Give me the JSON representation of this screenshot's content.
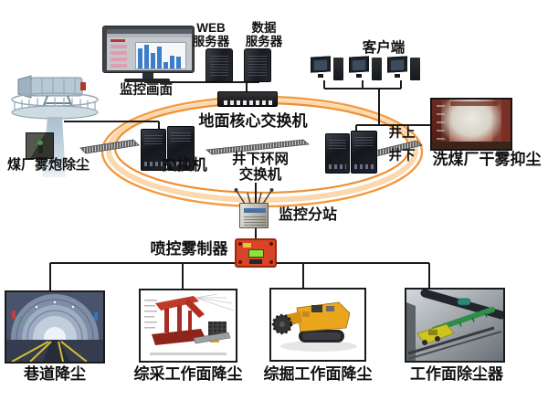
{
  "colors": {
    "ring_orange": "#f08c2e",
    "line_black": "#1a1a1a",
    "controller_red": "#d84427",
    "controller_screen_green": "#8ee03c",
    "chart_bar_blue": "#3d7cc9"
  },
  "surface_section": {
    "monitor_label": "监控画面",
    "web_server_line1": "WEB",
    "web_server_line2": "服务器",
    "data_server_line1": "数据",
    "data_server_line2": "服务器",
    "clients_label": "客户端",
    "fog_cannon_label": "煤厂雾炮除尘",
    "washery_label": "洗煤厂干雾抑尘",
    "aboveground_label": "井上",
    "underground_label": "井下"
  },
  "ring_network": {
    "core_switch_label": "地面核心交换机",
    "access_switch_label": "交换机",
    "ring_switch_label_line1": "井下环网",
    "ring_switch_label_line2": "交换机"
  },
  "underground_section": {
    "substation_label": "监控分站",
    "controller_label": "喷控雾制器"
  },
  "applications": [
    {
      "label": "巷道降尘"
    },
    {
      "label": "综采工作面降尘"
    },
    {
      "label": "综掘工作面降尘"
    },
    {
      "label": "工作面除尘器"
    }
  ]
}
